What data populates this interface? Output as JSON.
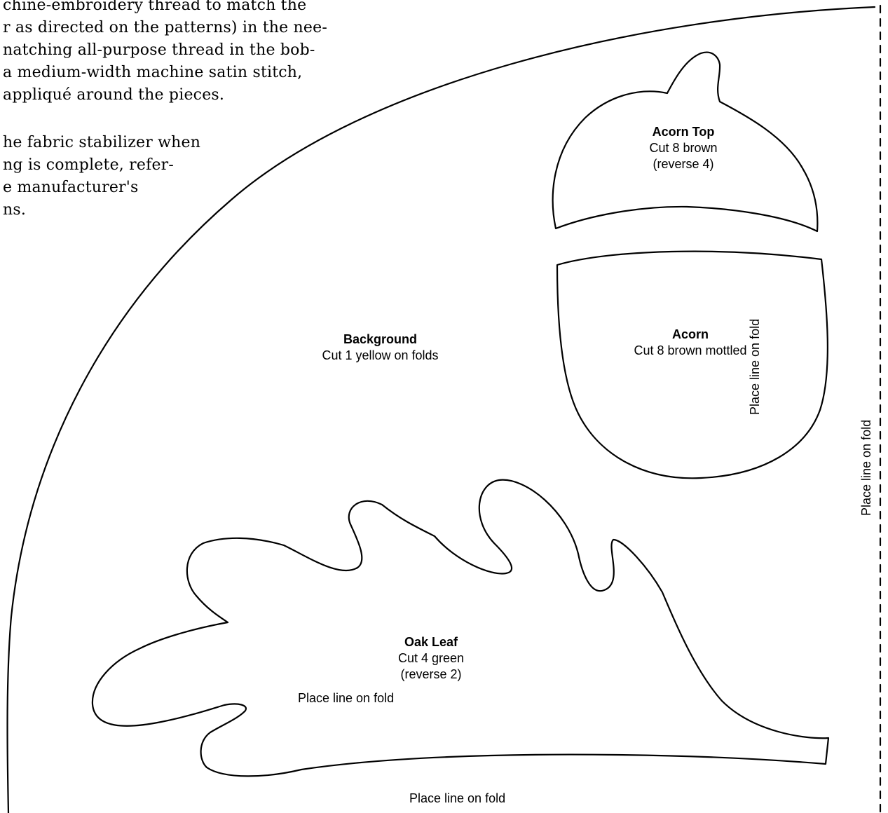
{
  "instructions": {
    "paragraph1": [
      "chine-embroidery thread to match the",
      "r as directed on the patterns) in the nee-",
      "natching all-purpose thread in the bob-",
      "a medium-width machine satin stitch,",
      "appliqué around the pieces."
    ],
    "paragraph2": [
      "he fabric stabilizer when",
      "ng is complete, refer-",
      "e manufacturer's",
      "ns."
    ]
  },
  "pieces": {
    "acorn_top": {
      "name": "Acorn Top",
      "cut": "Cut 8 brown",
      "note": "(reverse 4)"
    },
    "acorn": {
      "name": "Acorn",
      "cut": "Cut 8 brown mottled",
      "fold": "Place line on fold"
    },
    "background": {
      "name": "Background",
      "cut": "Cut 1 yellow on folds"
    },
    "oak_leaf": {
      "name": "Oak Leaf",
      "cut": "Cut 4 green",
      "note": "(reverse 2)",
      "fold": "Place line on fold"
    }
  },
  "fold_lines": {
    "bottom": "Place line on fold",
    "right": "Place line on fold"
  }
}
